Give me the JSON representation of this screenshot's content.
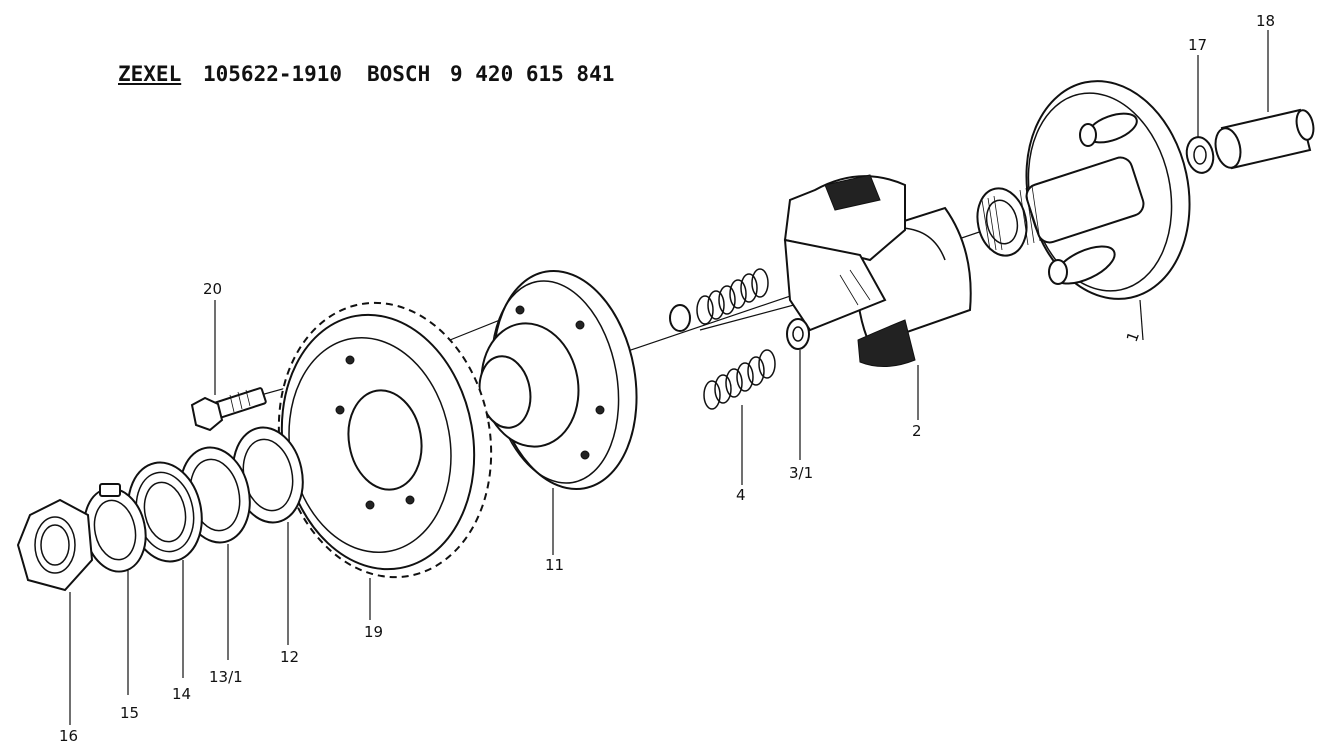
{
  "header": {
    "brand1": "ZEXEL",
    "number1": "105622-1910",
    "brand2": "BOSCH",
    "number2": "9 420 615 841"
  },
  "parts": {
    "p1": "1",
    "p2": "2",
    "p3_1": "3/1",
    "p4": "4",
    "p11": "11",
    "p12": "12",
    "p13_1": "13/1",
    "p14": "14",
    "p15": "15",
    "p16": "16",
    "p17": "17",
    "p18": "18",
    "p19": "19",
    "p20": "20"
  }
}
